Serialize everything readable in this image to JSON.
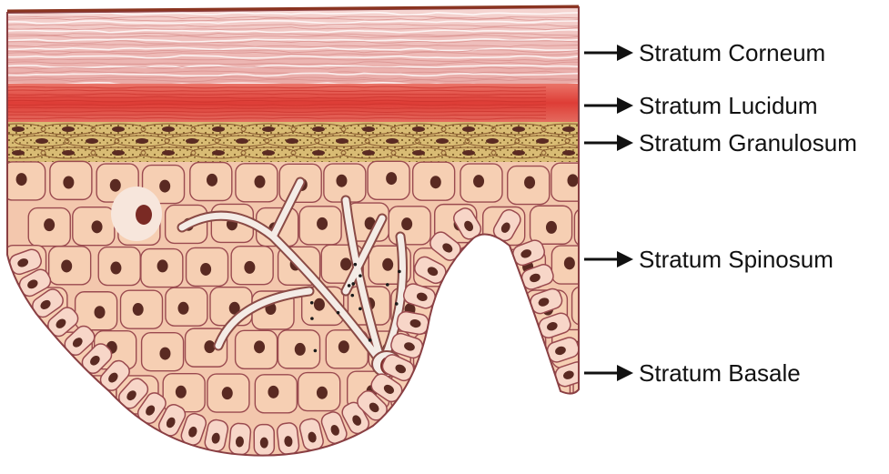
{
  "title": "",
  "labels": [
    {
      "id": "corneum",
      "text": "Stratum Corneum"
    },
    {
      "id": "lucidum",
      "text": "Stratum Lucidum"
    },
    {
      "id": "granulosum",
      "text": "Stratum Granulosum"
    },
    {
      "id": "spinosum",
      "text": "Stratum Spinosum"
    },
    {
      "id": "basale",
      "text": "Stratum Basale"
    }
  ],
  "colors": {
    "corneum": "#f2c6c4",
    "lucidum": "#e0463e",
    "granulosum": "#cdb06a",
    "spinosum_cell": "#f6cfb3",
    "basale_cell": "#f7d6c8",
    "cell_border": "#9a4a4f",
    "nucleus": "#5a2a22",
    "melanocyte": "#f4ece6",
    "arrow": "#111111"
  },
  "icons": [
    "right-arrow-icon"
  ]
}
